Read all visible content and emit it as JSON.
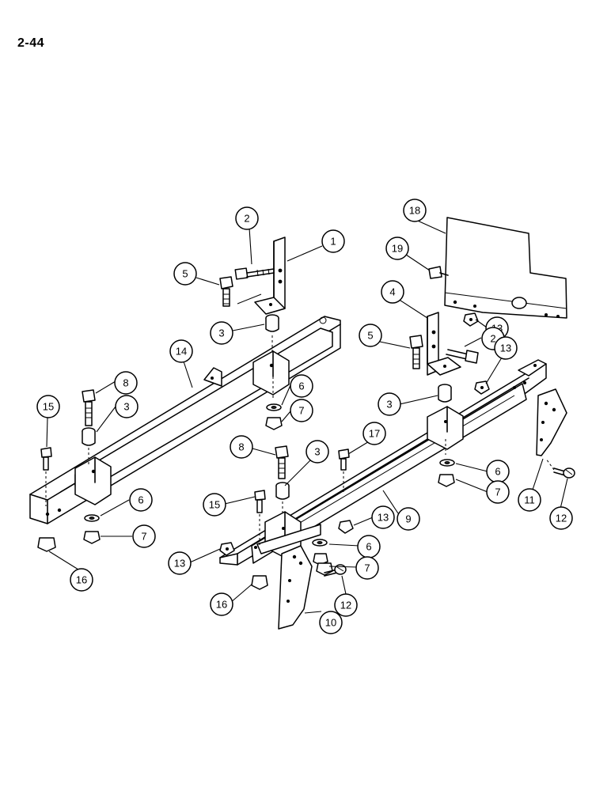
{
  "page": {
    "number": "2-44"
  },
  "callouts": [
    {
      "id": "c1",
      "label": "1"
    },
    {
      "id": "c2a",
      "label": "2"
    },
    {
      "id": "c5a",
      "label": "5"
    },
    {
      "id": "c3a",
      "label": "3"
    },
    {
      "id": "c14",
      "label": "14"
    },
    {
      "id": "c8a",
      "label": "8"
    },
    {
      "id": "c3b",
      "label": "3"
    },
    {
      "id": "c15a",
      "label": "15"
    },
    {
      "id": "c6a",
      "label": "6"
    },
    {
      "id": "c7a",
      "label": "7"
    },
    {
      "id": "c6b",
      "label": "6"
    },
    {
      "id": "c7b",
      "label": "7"
    },
    {
      "id": "c16a",
      "label": "16"
    },
    {
      "id": "c18",
      "label": "18"
    },
    {
      "id": "c19",
      "label": "19"
    },
    {
      "id": "c13a",
      "label": "13"
    },
    {
      "id": "c4",
      "label": "4"
    },
    {
      "id": "c5b",
      "label": "5"
    },
    {
      "id": "c2b",
      "label": "2"
    },
    {
      "id": "c13b",
      "label": "13"
    },
    {
      "id": "c3c",
      "label": "3"
    },
    {
      "id": "c17",
      "label": "17"
    },
    {
      "id": "c8b",
      "label": "8"
    },
    {
      "id": "c3d",
      "label": "3"
    },
    {
      "id": "c6c",
      "label": "6"
    },
    {
      "id": "c7c",
      "label": "7"
    },
    {
      "id": "c11",
      "label": "11"
    },
    {
      "id": "c15b",
      "label": "15"
    },
    {
      "id": "c13c",
      "label": "13"
    },
    {
      "id": "c9",
      "label": "9"
    },
    {
      "id": "c12a",
      "label": "12"
    },
    {
      "id": "c13d",
      "label": "13"
    },
    {
      "id": "c6d",
      "label": "6"
    },
    {
      "id": "c7d",
      "label": "7"
    },
    {
      "id": "c16b",
      "label": "16"
    },
    {
      "id": "c12b",
      "label": "12"
    },
    {
      "id": "c10",
      "label": "10"
    }
  ]
}
